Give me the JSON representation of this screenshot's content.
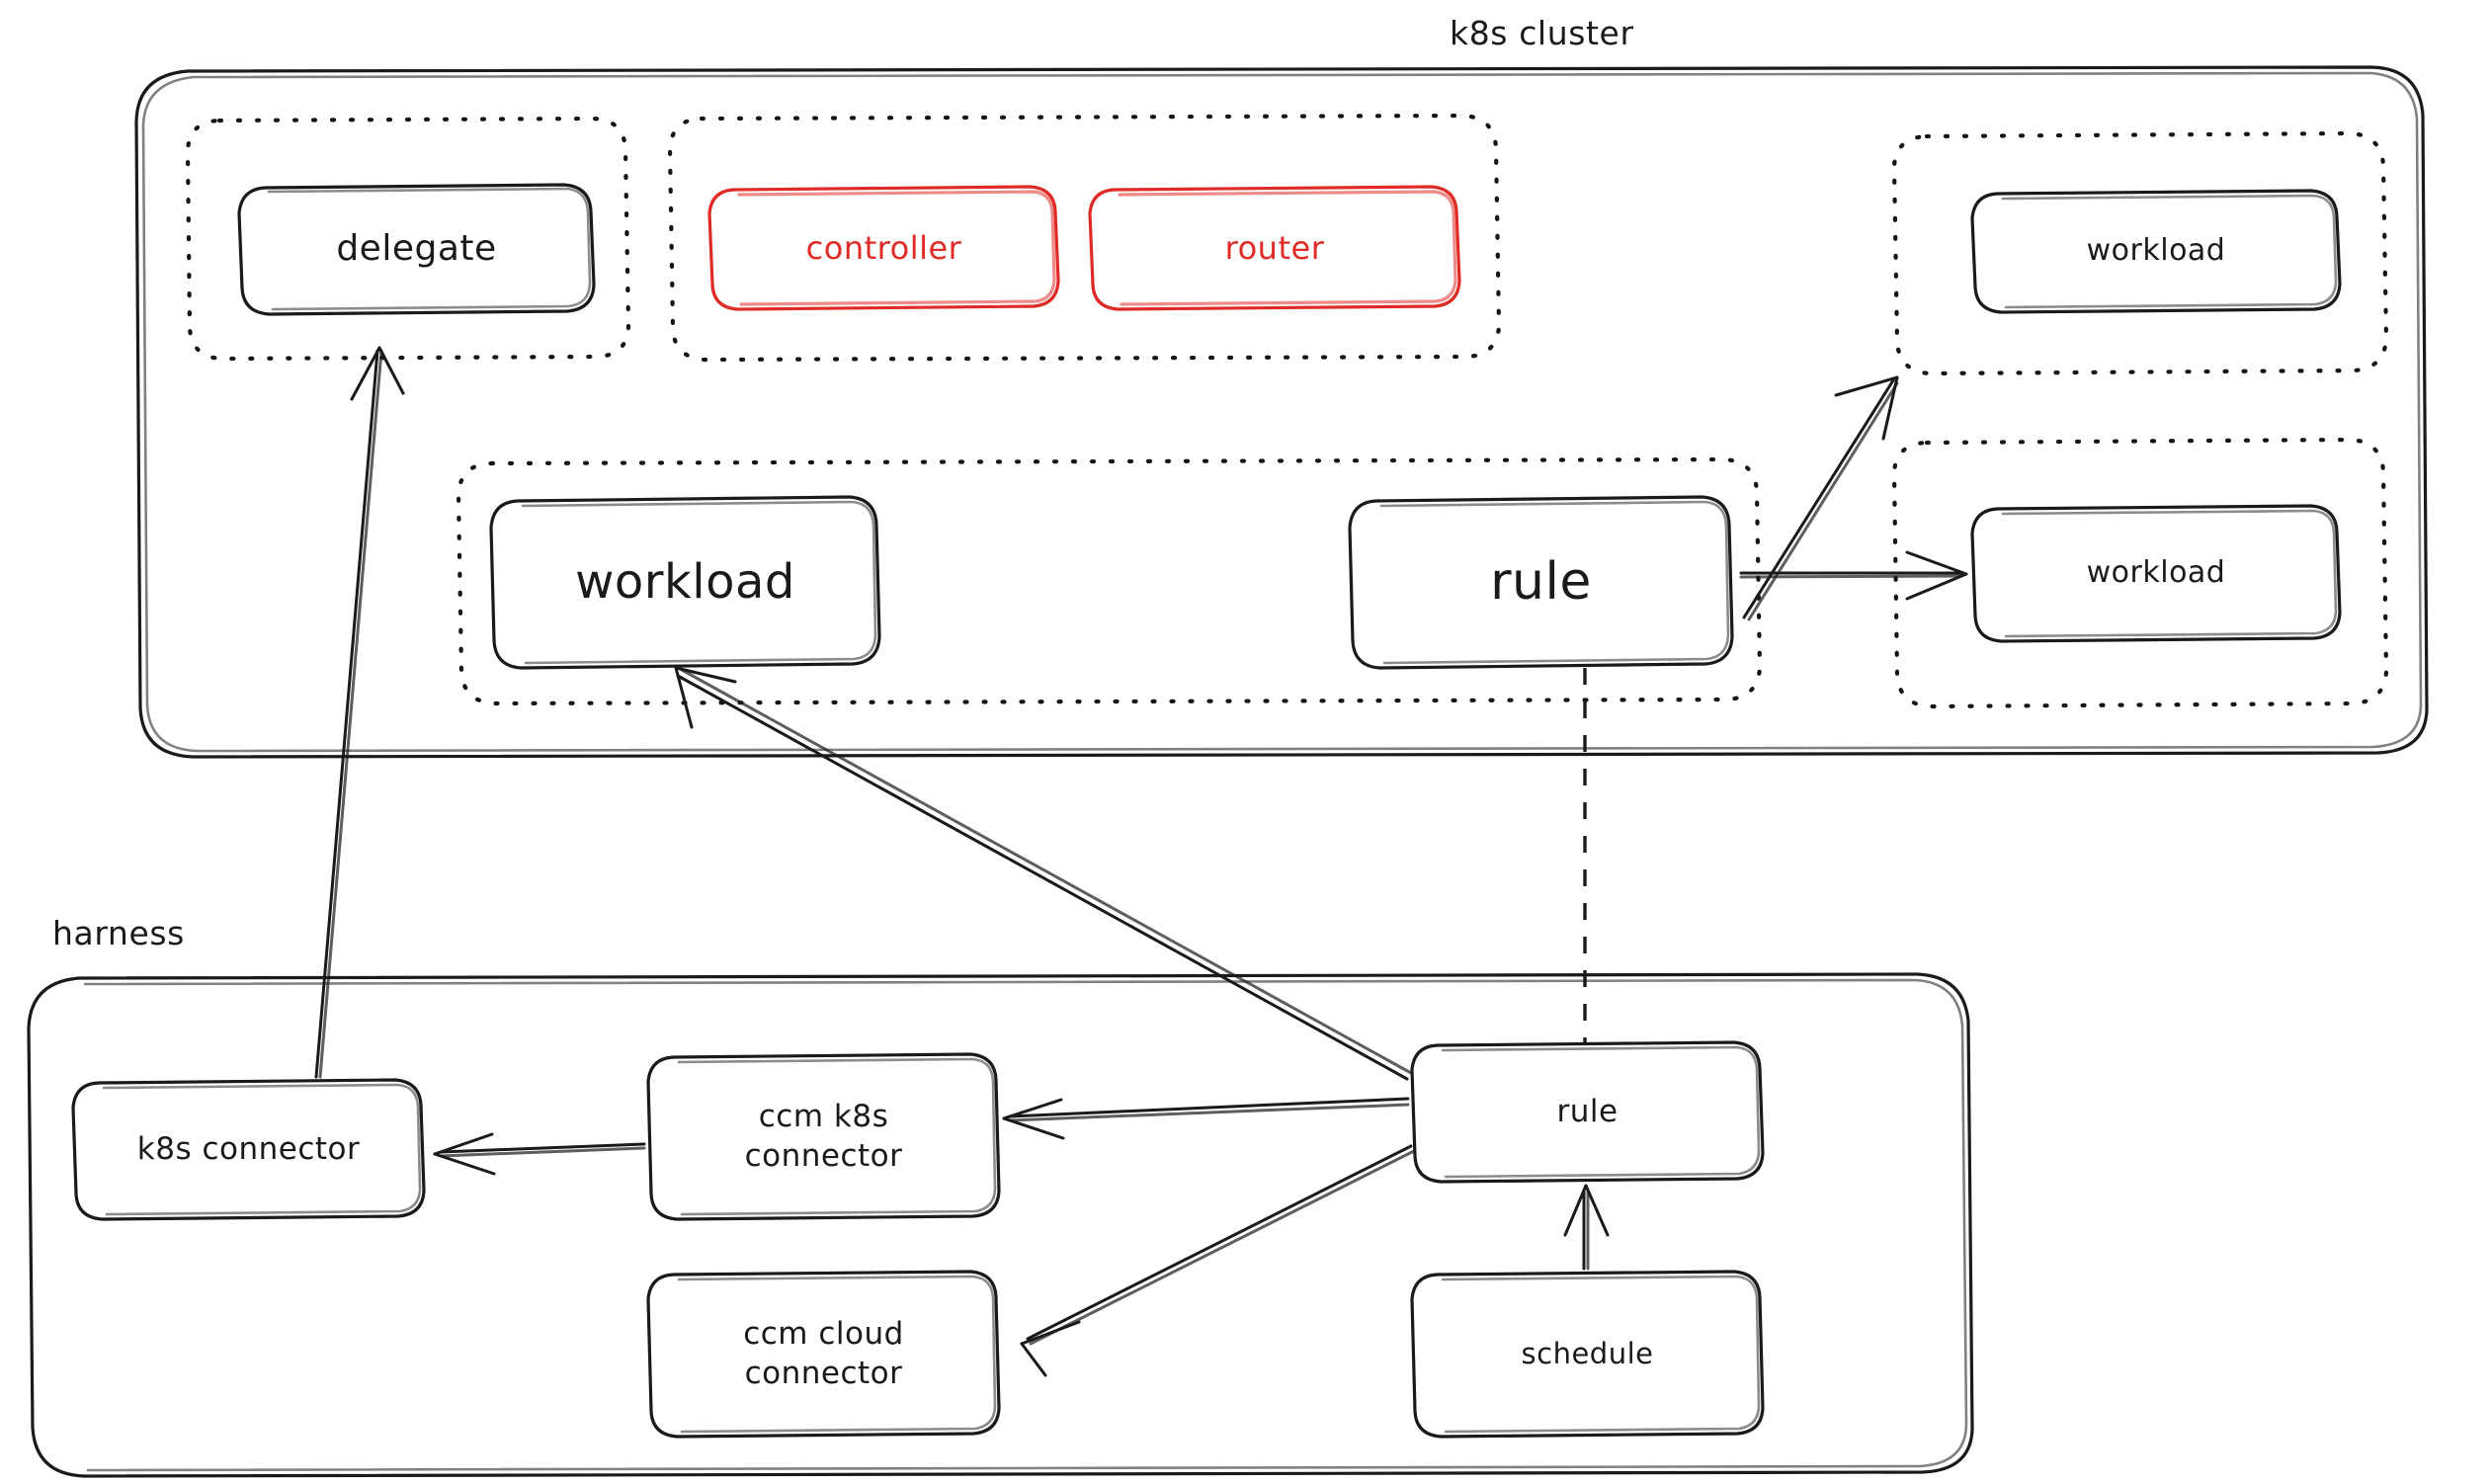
{
  "diagram": {
    "title_top": "k8s cluster",
    "title_bottom": "harness",
    "colors": {
      "stroke": "#1a1a1a",
      "accent_red": "#e02a26",
      "background": "#ffffff"
    },
    "clusters": [
      {
        "id": "k8s-cluster",
        "label": "k8s cluster"
      },
      {
        "id": "harness",
        "label": "harness"
      }
    ],
    "namespaces": [
      {
        "id": "ns-delegate",
        "cluster": "k8s-cluster"
      },
      {
        "id": "ns-controller-router",
        "cluster": "k8s-cluster"
      },
      {
        "id": "ns-workload-rule",
        "cluster": "k8s-cluster"
      },
      {
        "id": "ns-workload-top-right",
        "cluster": "k8s-cluster"
      },
      {
        "id": "ns-workload-bottom-right",
        "cluster": "k8s-cluster"
      }
    ],
    "nodes": {
      "delegate": {
        "label": "delegate",
        "color": "black",
        "font_size": 36
      },
      "controller": {
        "label": "controller",
        "color": "red",
        "font_size": 32
      },
      "router": {
        "label": "router",
        "color": "red",
        "font_size": 32
      },
      "workload_top_right": {
        "label": "workload",
        "color": "black",
        "font_size": 30
      },
      "workload_center": {
        "label": "workload",
        "color": "black",
        "font_size": 48
      },
      "rule_cluster": {
        "label": "rule",
        "color": "black",
        "font_size": 52
      },
      "workload_bottom_right": {
        "label": "workload",
        "color": "black",
        "font_size": 30
      },
      "k8s_connector": {
        "label": "k8s connector",
        "color": "black",
        "font_size": 31
      },
      "ccm_k8s_connector": {
        "label": "ccm k8s\nconnector",
        "color": "black",
        "font_size": 31
      },
      "ccm_cloud_connector": {
        "label": "ccm cloud\nconnector",
        "color": "black",
        "font_size": 31
      },
      "rule_harness": {
        "label": "rule",
        "color": "black",
        "font_size": 31
      },
      "schedule": {
        "label": "schedule",
        "color": "black",
        "font_size": 29
      }
    },
    "edges": [
      {
        "id": "e1",
        "from": "k8s_connector",
        "to": "delegate",
        "style": "solid",
        "arrow": "end"
      },
      {
        "id": "e2",
        "from": "rule_harness",
        "to": "workload_center",
        "style": "solid",
        "arrow": "end"
      },
      {
        "id": "e3",
        "from": "rule_cluster",
        "to": "workload_top_right",
        "style": "solid",
        "arrow": "end"
      },
      {
        "id": "e4",
        "from": "rule_cluster",
        "to": "workload_bottom_right",
        "style": "solid",
        "arrow": "end"
      },
      {
        "id": "e5",
        "from": "rule_cluster",
        "to": "rule_harness",
        "style": "dashed",
        "arrow": "none"
      },
      {
        "id": "e6",
        "from": "rule_harness",
        "to": "ccm_k8s_connector",
        "style": "solid",
        "arrow": "end"
      },
      {
        "id": "e7",
        "from": "ccm_k8s_connector",
        "to": "k8s_connector",
        "style": "solid",
        "arrow": "end"
      },
      {
        "id": "e8",
        "from": "rule_harness",
        "to": "ccm_cloud_connector",
        "style": "solid",
        "arrow": "end"
      },
      {
        "id": "e9",
        "from": "schedule",
        "to": "rule_harness",
        "style": "solid",
        "arrow": "end"
      }
    ]
  }
}
